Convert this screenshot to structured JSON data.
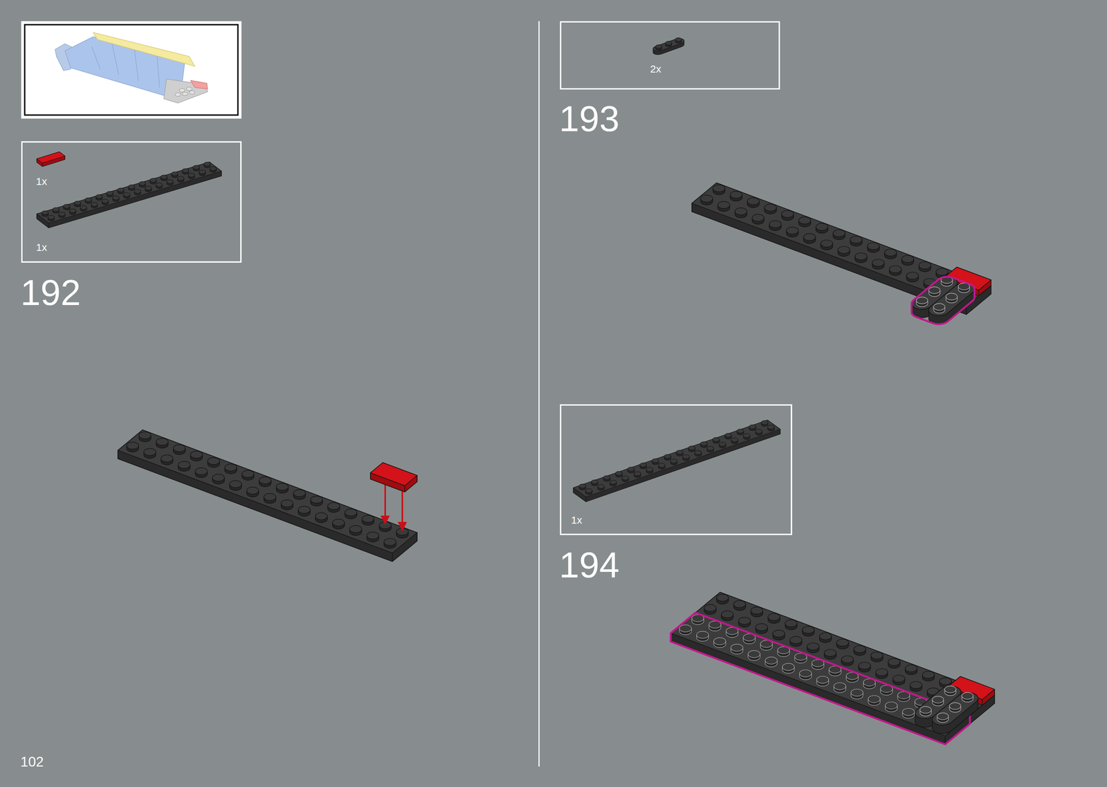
{
  "diagram": {
    "nodes": [
      {
        "text": [
          "1x",
          "1x"
        ]
      },
      {
        "text": [
          "2x"
        ]
      },
      {
        "text": [
          "1x"
        ]
      }
    ],
    "labels": [
      "192",
      "193",
      "194",
      "102"
    ]
  }
}
